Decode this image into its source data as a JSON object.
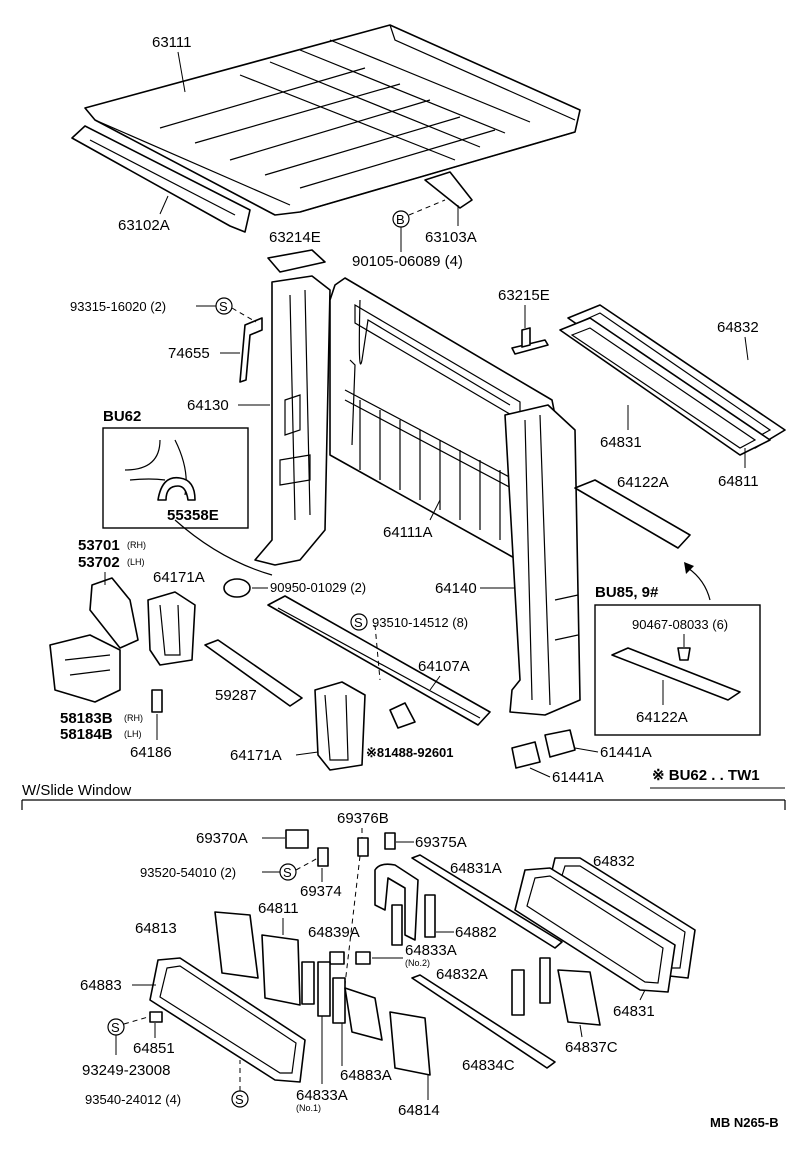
{
  "labels": {
    "l63111": "63111",
    "l63102A": "63102A",
    "l63103A": "63103A",
    "l90105": "90105-06089 (4)",
    "l63214E": "63214E",
    "l63215E": "63215E",
    "l64832_top": "64832",
    "l93315": "93315-16020 (2)",
    "l74655": "74655",
    "l64130": "64130",
    "lBU62": "BU62",
    "l55358E": "55358E",
    "l64831_top": "64831",
    "l64811_top": "64811",
    "l64111A": "64111A",
    "l64122A_top": "64122A",
    "l53701": "53701",
    "l53701_rh": "(RH)",
    "l53702": "53702",
    "l53702_lh": "(LH)",
    "l64171A_top": "64171A",
    "l90950": "90950-01029 (2)",
    "l64140": "64140",
    "lBU85": "BU85, 9#",
    "l90467": "90467-08033 (6)",
    "l93510": "93510-14512 (8)",
    "l64107A": "64107A",
    "l64122A_box": "64122A",
    "l58183B": "58183B",
    "l58183B_rh": "(RH)",
    "l58184B": "58184B",
    "l58184B_lh": "(LH)",
    "l59287": "59287",
    "l64186": "64186",
    "l64171A_bot": "64171A",
    "l81488": "※81488-92601",
    "l61441A_a": "61441A",
    "l61441A_b": "61441A",
    "lBU62TW1": "※ BU62 . . TW1",
    "lSlide": "W/Slide Window",
    "l69370A": "69370A",
    "l69376B": "69376B",
    "l69375A": "69375A",
    "l93520": "93520-54010 (2)",
    "l69374": "69374",
    "l64831A": "64831A",
    "l64832_bot": "64832",
    "l64813": "64813",
    "l64811_bot": "64811",
    "l64839A": "64839A",
    "l64882": "64882",
    "l64833A_no2": "64833A",
    "l64833A_no2_sub": "(No.2)",
    "l64883": "64883",
    "l64832A": "64832A",
    "l64851": "64851",
    "l64883A": "64883A",
    "l64834C": "64834C",
    "l64837C": "64837C",
    "l64831_bot": "64831",
    "l93249": "93249-23008",
    "l64833A_no1": "64833A",
    "l64833A_no1_sub": "(No.1)",
    "l93540": "93540-24012 (4)",
    "l64814": "64814",
    "lCode": "MB N265-B"
  },
  "symbols": {
    "screw": "S",
    "bolt": "B"
  },
  "icons": {
    "screw_marker": "circled-s-icon",
    "bolt_marker": "circled-b-icon"
  }
}
